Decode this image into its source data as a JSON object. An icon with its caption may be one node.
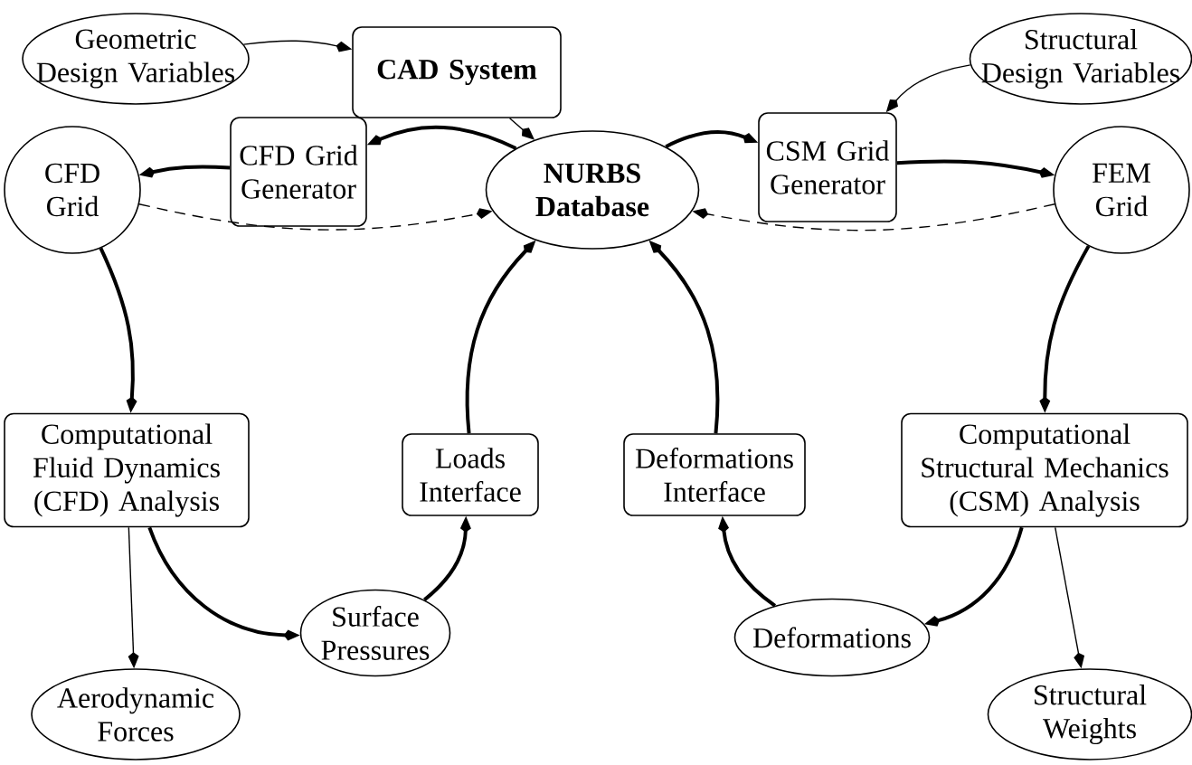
{
  "diagram": {
    "nodes": [
      {
        "text": [
          "Geometric Design Variables"
        ]
      },
      {
        "text": [
          "CAD System"
        ]
      },
      {
        "text": [
          "Structural Design Variables"
        ]
      },
      {
        "text": [
          "CFD Grid Generator"
        ]
      },
      {
        "text": [
          "NURBS Database"
        ]
      },
      {
        "text": [
          "CSM Grid Generator"
        ]
      },
      {
        "text": [
          "CFD Grid"
        ]
      },
      {
        "text": [
          "FEM Grid"
        ]
      },
      {
        "text": [
          "Computational Fluid Dynamics (CFD) Analysis"
        ]
      },
      {
        "text": [
          "Loads Interface"
        ]
      },
      {
        "text": [
          "Deformations Interface"
        ]
      },
      {
        "text": [
          "Computational Structural Mechanics (CSM) Analysis"
        ]
      },
      {
        "text": [
          "Aerodynamic Forces"
        ]
      },
      {
        "text": [
          "Surface Pressures"
        ]
      },
      {
        "text": [
          "Deformations"
        ]
      },
      {
        "text": [
          "Structural Weights"
        ]
      }
    ],
    "edges": [
      {
        "from": 0,
        "to": 1,
        "arrow": "to"
      },
      {
        "from": 2,
        "to": 5,
        "arrow": "to"
      },
      {
        "from": 1,
        "to": 4,
        "arrow": "to"
      },
      {
        "from": 4,
        "to": 3,
        "arrow": "to"
      },
      {
        "from": 3,
        "to": 6,
        "arrow": "to"
      },
      {
        "from": 4,
        "to": 5,
        "arrow": "to"
      },
      {
        "from": 5,
        "to": 7,
        "arrow": "to"
      },
      {
        "from": 6,
        "to": 4,
        "arrow": "to",
        "style": "dashed"
      },
      {
        "from": 7,
        "to": 4,
        "arrow": "to",
        "style": "dashed"
      },
      {
        "from": 6,
        "to": 8,
        "arrow": "to"
      },
      {
        "from": 7,
        "to": 11,
        "arrow": "to"
      },
      {
        "from": 9,
        "to": 4,
        "arrow": "to"
      },
      {
        "from": 10,
        "to": 4,
        "arrow": "to"
      },
      {
        "from": 8,
        "to": 12,
        "arrow": "to"
      },
      {
        "from": 8,
        "to": 13,
        "arrow": "to"
      },
      {
        "from": 13,
        "to": 9,
        "arrow": "to"
      },
      {
        "from": 11,
        "to": 14,
        "arrow": "to"
      },
      {
        "from": 14,
        "to": 10,
        "arrow": "to"
      },
      {
        "from": 11,
        "to": 15,
        "arrow": "to"
      }
    ]
  }
}
